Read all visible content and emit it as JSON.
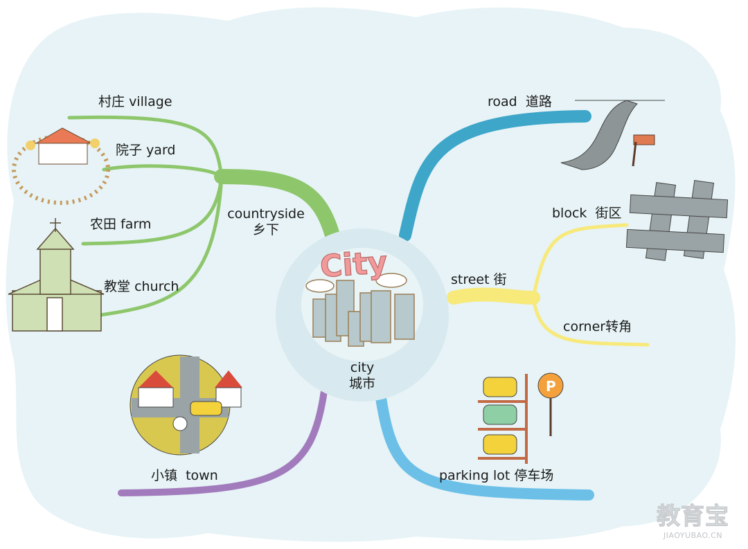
{
  "center": {
    "title_art": "City",
    "label_en": "city",
    "label_cn": "城市"
  },
  "branches": {
    "countryside": {
      "en": "countryside",
      "cn": "乡下",
      "color": "#8dc66b",
      "children": [
        {
          "cn": "村庄",
          "en": "village"
        },
        {
          "cn": "院子",
          "en": "yard"
        },
        {
          "cn": "农田",
          "en": "farm"
        },
        {
          "cn": "教堂",
          "en": "church"
        }
      ]
    },
    "road": {
      "en": "road",
      "cn": "道路",
      "color": "#3ea6c9"
    },
    "street": {
      "en": "street",
      "cn": "街",
      "color": "#f7e97a",
      "children": [
        {
          "en": "block",
          "cn": "街区"
        },
        {
          "en": "corner",
          "cn": "转角"
        }
      ]
    },
    "parking": {
      "en": "parking lot",
      "cn": "停车场",
      "color": "#6cc0e8"
    },
    "town": {
      "cn": "小镇",
      "en": "town",
      "color": "#a27bbd"
    }
  },
  "watermark": {
    "cn": "教育宝",
    "en": "JIAOYUBAO.CN"
  },
  "colors": {
    "background_cloud": "#e7f3f6",
    "center_circle": "#d8eaef",
    "title_pink": "#f29a9a"
  }
}
